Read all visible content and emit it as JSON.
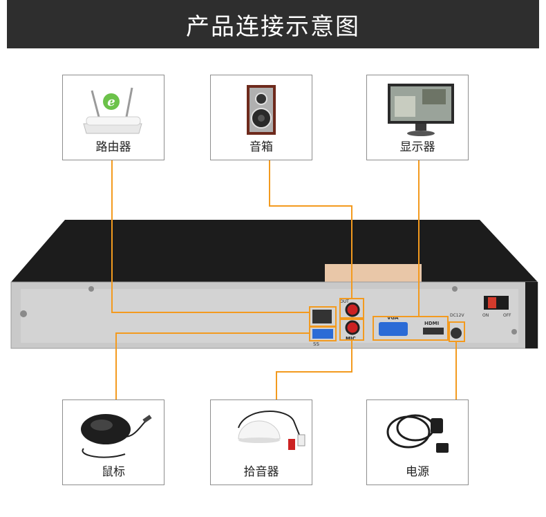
{
  "title": "产品连接示意图",
  "colors": {
    "header_bg": "#2e2e2e",
    "line": "#f39a1e",
    "box_border": "#8d8d8d"
  },
  "top_devices": [
    {
      "label": "路由器",
      "icon": "router-icon"
    },
    {
      "label": "音箱",
      "icon": "speaker-icon"
    },
    {
      "label": "显示器",
      "icon": "monitor-icon"
    }
  ],
  "bottom_devices": [
    {
      "label": "鼠标",
      "icon": "mouse-icon"
    },
    {
      "label": "拾音器",
      "icon": "microphone-icon"
    },
    {
      "label": "电源",
      "icon": "power-cord-icon"
    }
  ],
  "device_panel": {
    "ports": {
      "audio_out": "OUT",
      "mic_in": "MIC",
      "usb": "SS",
      "vga": "VGA",
      "hdmi": "HDMI",
      "power": "DC12V",
      "switch_on": "ON",
      "switch_off": "OFF"
    }
  }
}
